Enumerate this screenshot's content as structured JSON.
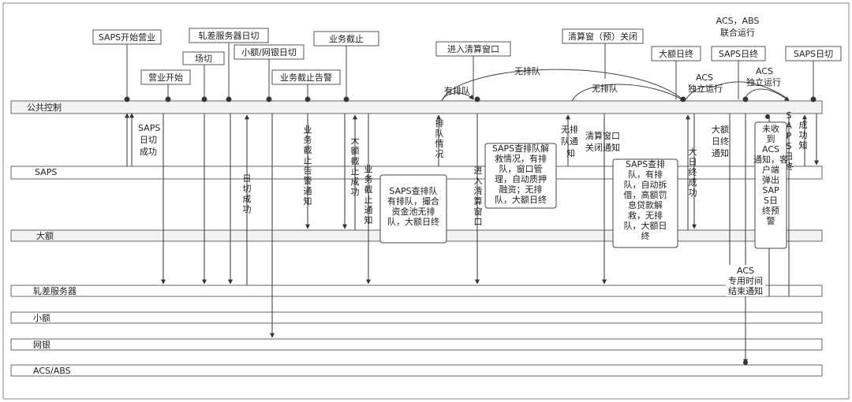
{
  "lanes": [
    {
      "id": "public",
      "label": "公共控制"
    },
    {
      "id": "saps",
      "label": "SAPS"
    },
    {
      "id": "large",
      "label": "大额"
    },
    {
      "id": "netting",
      "label": "轧差服务器"
    },
    {
      "id": "small",
      "label": "小额"
    },
    {
      "id": "netbank",
      "label": "网银"
    },
    {
      "id": "acs",
      "label": "ACS/ABS"
    }
  ],
  "top_events": [
    {
      "id": "saps_open",
      "label": "SAPS开始营业"
    },
    {
      "id": "biz_start",
      "label": "营业开始"
    },
    {
      "id": "field_cut",
      "label": "场切"
    },
    {
      "id": "netting_daycut",
      "label": "轧差服务器日切"
    },
    {
      "id": "small_netbank_daycut",
      "label": "小额/网银日切"
    },
    {
      "id": "biz_cutoff_warning",
      "label": "业务截止告警"
    },
    {
      "id": "biz_cutoff",
      "label": "业务截止"
    },
    {
      "id": "enter_clearing",
      "label": "进入清算窗口"
    },
    {
      "id": "clearing_close_pre",
      "label": "清算窗（预）关闭"
    },
    {
      "id": "large_dayend",
      "label": "大额日终"
    },
    {
      "id": "acs_abs_joint_line1",
      "label": "ACS，ABS"
    },
    {
      "id": "acs_abs_joint_line2",
      "label": "联合运行"
    },
    {
      "id": "saps_dayend",
      "label": "SAPS日终"
    },
    {
      "id": "saps_daycut",
      "label": "SAPS日切"
    }
  ],
  "arc_labels": {
    "no_queue_1": "无排队",
    "no_queue_2": "无排队",
    "has_queue": "有排队",
    "acs_indep_1a": "ACS",
    "acs_indep_1b": "独立运行",
    "acs_indep_2a": "ACS",
    "acs_indep_2b": "独立运行"
  },
  "vertical_labels": {
    "saps_daycut_ok": [
      "SAPS",
      "日切",
      "成功"
    ],
    "daycut_ok": "日切成功",
    "biz_cutoff_warn_notice": "业务截止告警通知",
    "large_cutoff_ok": "大额截止成功",
    "biz_cutoff_notice": "业务截止通知",
    "queue_status": "排队情况",
    "enter_clearing_window": "进入清算窗口",
    "no_queue_notice_1": "无排",
    "no_queue_notice_2": "队通",
    "no_queue_notice_3": "知",
    "clearing_close_notice_1": "清算窗口",
    "clearing_close_notice_2": "关闭通知",
    "large_dayend_ok": "大日终成功",
    "large_dayend_notice": "大额日终通知",
    "saps_dayend_vertical": "SAPS日终",
    "ok_notice": "成功知"
  },
  "process_boxes": {
    "box1": [
      "SAPS查排队",
      "有排队，撮合",
      "资金池无排",
      "队，大额日终"
    ],
    "box2": [
      "SAPS查排队解",
      "救情况，有排",
      "队，窗口管",
      "理，自动质押",
      "融资；无排",
      "队，大额日终"
    ],
    "box3": [
      "SAPS查排",
      "队，有排",
      "队，自动拆",
      "借，高额罚",
      "息贷款解",
      "救，无排",
      "队，大额日",
      "终"
    ],
    "box4": [
      "未收",
      "到",
      "ACS",
      "通知，客",
      "户端",
      "弹出",
      "SAP",
      "S日",
      "终预",
      "警"
    ]
  },
  "acs_end": [
    "ACS",
    "专用时间",
    "结束通知"
  ]
}
